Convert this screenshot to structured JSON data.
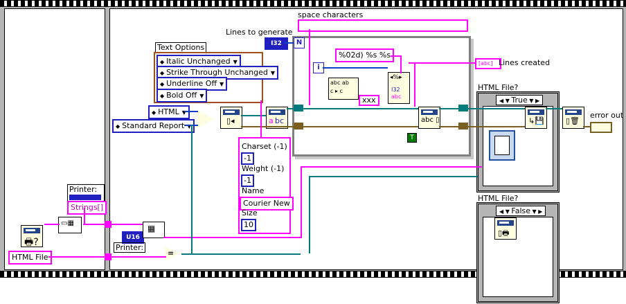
{
  "labels": {
    "space_characters": "space characters",
    "lines_to_generate": "Lines to generate",
    "text_options": "Text Options",
    "lines_created": "Lines created",
    "html_file_q1": "HTML File?",
    "html_file_q2": "HTML File?",
    "error_out": "error out",
    "printer_top": "Printer:",
    "printer_bottom": "Printer:",
    "strings": "Strings[]"
  },
  "text_options": [
    "Italic Unchanged",
    "Strike Through Unchanged",
    "Underline Off",
    "Bold Off"
  ],
  "report_type": "HTML",
  "report_style": "Standard Report",
  "html_file_constant": "HTML File",
  "format_string": "%02d) %s %s",
  "xxx_string": "xxx",
  "i32_label": "I32",
  "u16_label": "U16",
  "loop_n": "N",
  "loop_i": "i",
  "bool_true": "T",
  "font_cluster": {
    "charset_label": "Charset (-1)",
    "charset_value": "-1",
    "weight_label": "Weight (-1)",
    "weight_value": "-1",
    "name_label": "Name",
    "name_value": "Courier New",
    "size_label": "Size",
    "size_value": "10"
  },
  "case_true": "True",
  "case_false": "False",
  "colors": {
    "string_wire": "#ff00ff",
    "refnum_wire": "#007a7a",
    "error_wire": "#7a6020",
    "numeric": "#2020c0",
    "frame_gray": "#b5b5b5"
  }
}
